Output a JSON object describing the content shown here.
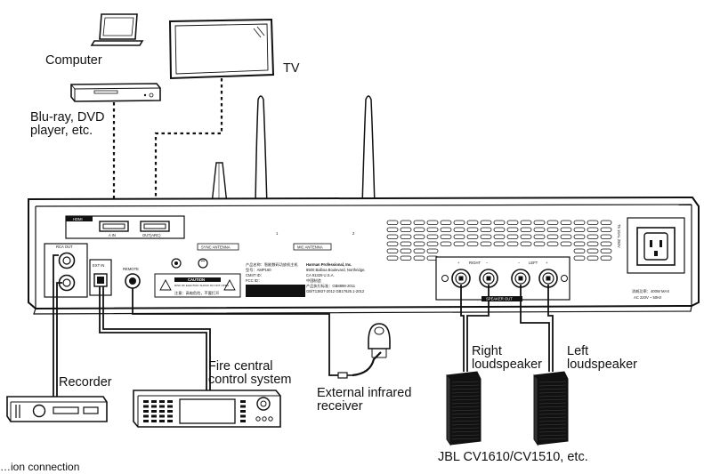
{
  "labels": {
    "computer": "Computer",
    "tv": "TV",
    "bluray": "Blu-ray, DVD player, etc.",
    "recorder": "Recorder",
    "fire": "Fire central control system",
    "infrared": "External infrared receiver",
    "right_ls": "Right loudspeaker",
    "left_ls": "Left loudspeaker",
    "jbl": "JBL CV1610/CV1510, etc.",
    "bottom_cut": "…ion connection"
  },
  "panel": {
    "hdmi": "HDMI",
    "a_in": "A IN",
    "out_arc": "OUT(ARC)",
    "rca_out": "RCA OUT",
    "ext_in": "EXT IN",
    "remote": "REMOTE",
    "sync_antenna": "SYNC ANTENNA",
    "mic_antenna": "MIC ANTENNA",
    "ant1": "1",
    "ant2": "2",
    "caution": "CAUTION",
    "caution_small": "RISK OF ELECTRIC SHOCK DO NOT OPEN",
    "caution_cn": "注意：高电危险，不要打开",
    "ident_lines": [
      "产品名称：智能数码功放机主机",
      "型号：AMP160",
      "CMIIT ID：",
      "FCC ID："
    ],
    "harman_lines": [
      "Harman Professional, Inc.",
      "8500 Balboa Boulevard, Northridge,",
      "CA 91329 U.S.A.",
      "中国制造",
      "产品执行标准：GB8898-2011",
      "GB/T13837-2012  GB17625.1-2012"
    ],
    "speaker_out": "SPEAKER OUT",
    "right": "RIGHT",
    "left": "LEFT",
    "plus": "+",
    "minus": "−",
    "power_max": "消耗功率：400W MAX",
    "power_ac": "AC 220V ~ 50Hz",
    "fuse": "T5 16AL 250V"
  },
  "colors": {
    "line": "#111111",
    "fill": "#ffffff",
    "panel_dark": "#1a1a1a"
  }
}
